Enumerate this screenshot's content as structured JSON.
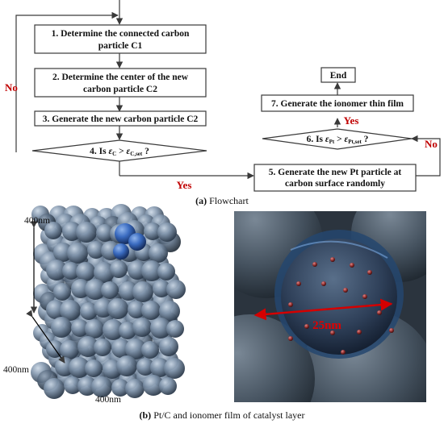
{
  "flowchart": {
    "step1": [
      "1. Determine the connected carbon",
      "particle C1"
    ],
    "step2": [
      "2. Determine the center of the new",
      "carbon particle C2"
    ],
    "step3": "3. Generate the new carbon particle C2",
    "decision4": {
      "prefix": "4. Is ",
      "left": "ε",
      "left_sub": "C",
      "op": " > ",
      "right": "ε",
      "right_sub": "C,set",
      "suffix": " ?"
    },
    "step5": [
      "5. Generate the new Pt particle at",
      "carbon surface randomly"
    ],
    "decision6": {
      "prefix": "6. Is ",
      "left": "ε",
      "left_sub": "Pt",
      "op": " > ",
      "right": "ε",
      "right_sub": "Pt,set",
      "suffix": " ?"
    },
    "step7": "7. Generate the ionomer thin film",
    "end": "End",
    "no_left": "No",
    "yes_bottom": "Yes",
    "yes_right": "Yes",
    "no_right": "No"
  },
  "caption_a": {
    "letter": "(a)",
    "text": " Flowchart"
  },
  "panel_b_left": {
    "dim_top": "400nm",
    "dim_left": "400nm",
    "dim_bottom": "400nm"
  },
  "panel_b_right": {
    "scale_label": "25nm"
  },
  "caption_b": {
    "letter": "(b)",
    "text": " Pt/C and ionomer film of catalyst layer"
  },
  "colors": {
    "accent_red": "#c00000",
    "sphere": "#6f86a0",
    "blue_sphere": "#2f5fa8",
    "pt_particle": "#8b2b2b"
  }
}
